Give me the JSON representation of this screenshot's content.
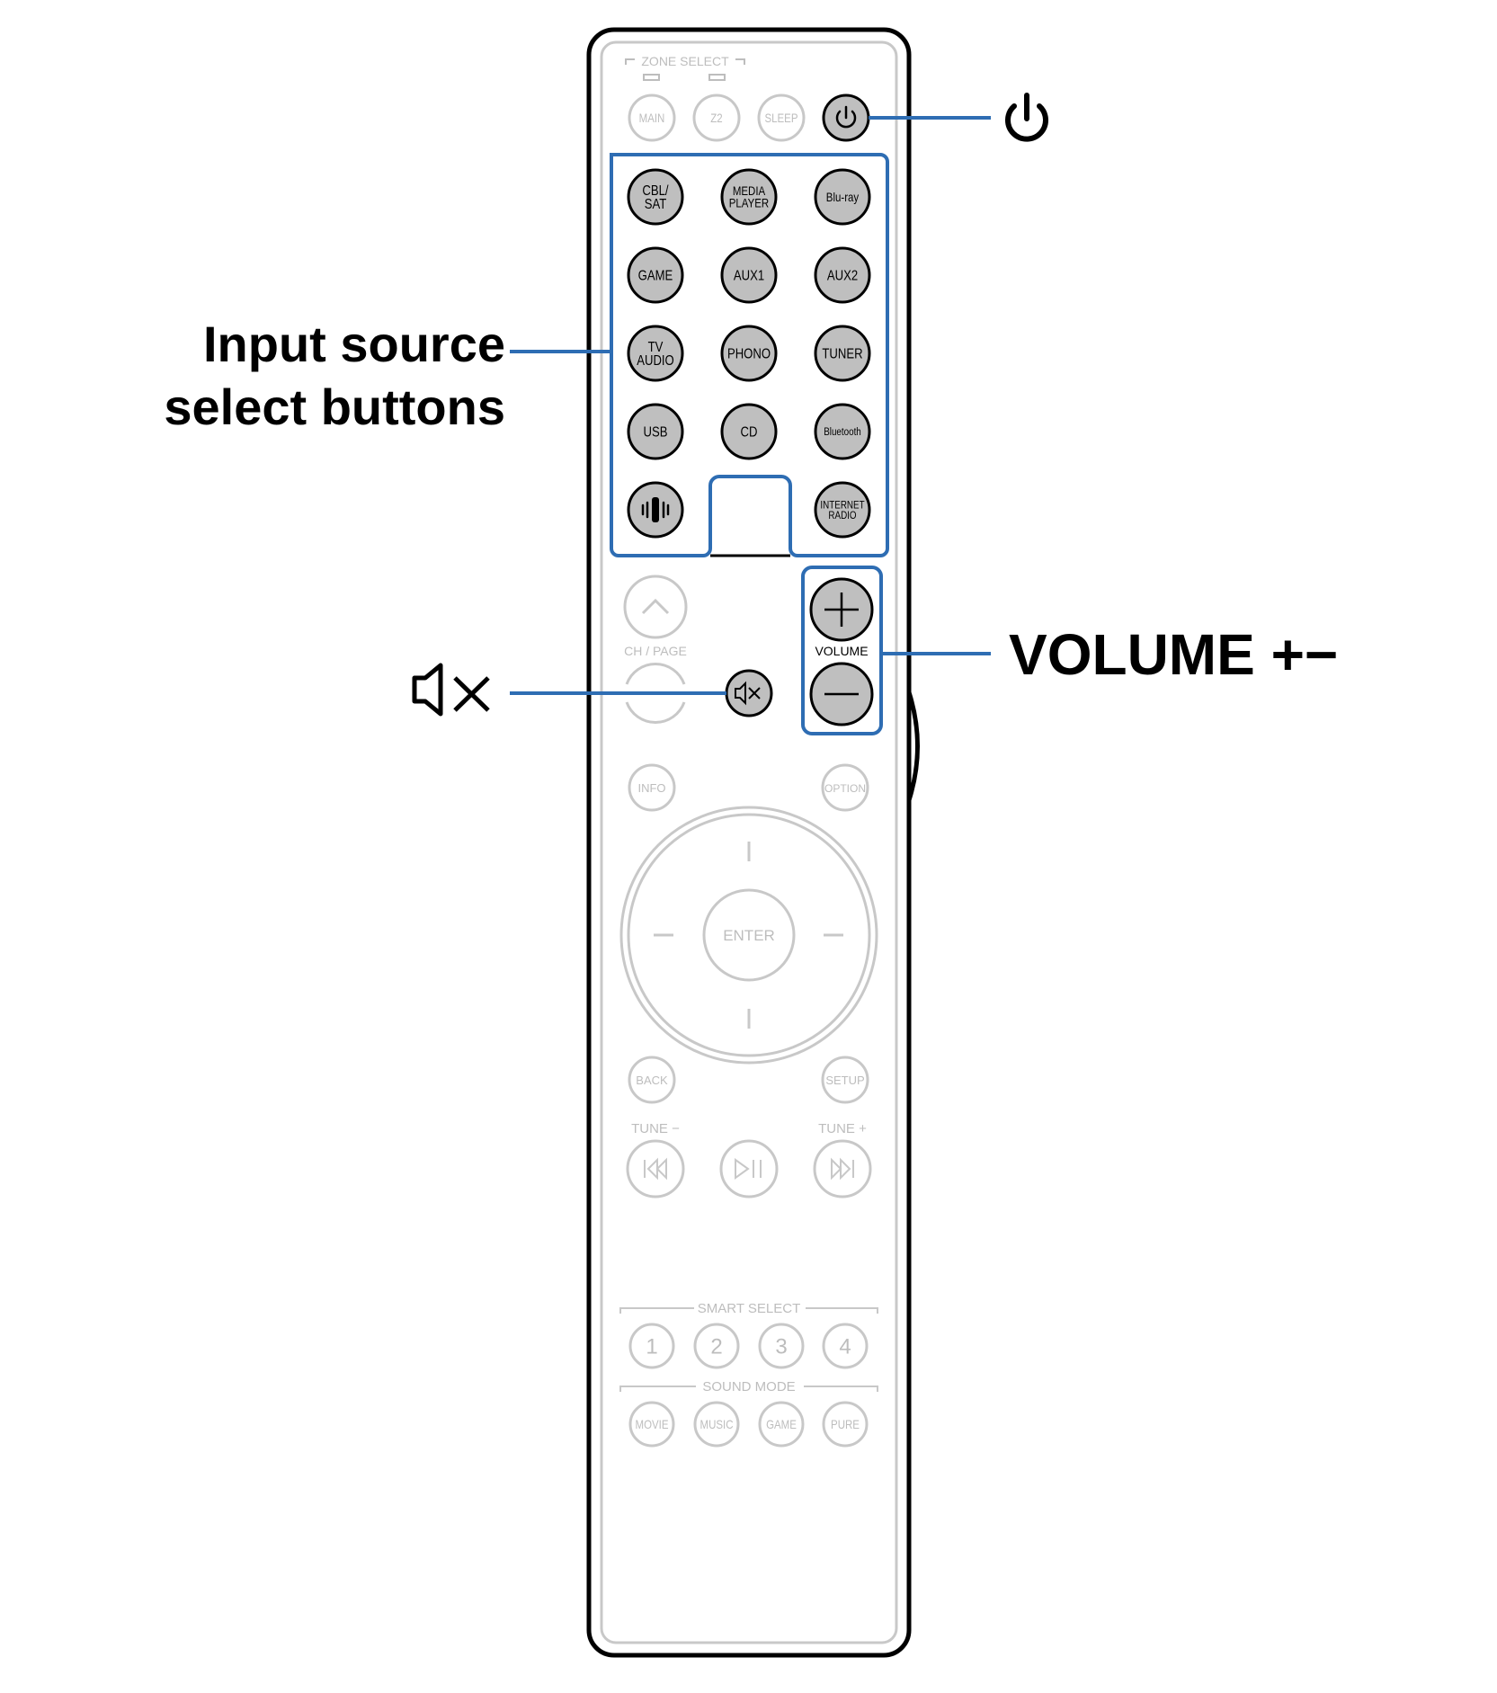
{
  "remote": {
    "zone_select_label": "ZONE SELECT",
    "top_buttons": [
      {
        "label": "MAIN",
        "name": "main-button"
      },
      {
        "label": "Z2",
        "name": "z2-button"
      },
      {
        "label": "SLEEP",
        "name": "sleep-button"
      }
    ],
    "input_buttons": [
      {
        "lines": [
          "CBL/",
          "SAT"
        ],
        "name": "cbl-sat-button"
      },
      {
        "lines": [
          "MEDIA",
          "PLAYER"
        ],
        "name": "media-player-button"
      },
      {
        "lines": [
          "Blu-ray"
        ],
        "name": "blu-ray-button"
      },
      {
        "lines": [
          "GAME"
        ],
        "name": "game-input-button"
      },
      {
        "lines": [
          "AUX1"
        ],
        "name": "aux1-button"
      },
      {
        "lines": [
          "AUX2"
        ],
        "name": "aux2-button"
      },
      {
        "lines": [
          "TV",
          "AUDIO"
        ],
        "name": "tv-audio-button"
      },
      {
        "lines": [
          "PHONO"
        ],
        "name": "phono-button"
      },
      {
        "lines": [
          "TUNER"
        ],
        "name": "tuner-button"
      },
      {
        "lines": [
          "USB"
        ],
        "name": "usb-button"
      },
      {
        "lines": [
          "CD"
        ],
        "name": "cd-button"
      },
      {
        "lines": [
          "Bluetooth"
        ],
        "name": "bluetooth-button"
      },
      {
        "lines": [],
        "name": "heos-button",
        "icon": "heos-icon"
      },
      {
        "lines": [
          "INTERNET",
          "RADIO"
        ],
        "name": "internet-radio-button"
      }
    ],
    "ch_page_label": "CH / PAGE",
    "volume_label": "VOLUME",
    "info_label": "INFO",
    "option_label": "OPTION",
    "enter_label": "ENTER",
    "back_label": "BACK",
    "setup_label": "SETUP",
    "tune_minus_label": "TUNE −",
    "tune_plus_label": "TUNE +",
    "smart_select_label": "SMART SELECT",
    "smart_select_buttons": [
      "1",
      "2",
      "3",
      "4"
    ],
    "sound_mode_label": "SOUND MODE",
    "sound_mode_buttons": [
      "MOVIE",
      "MUSIC",
      "GAME",
      "PURE"
    ]
  },
  "callouts": {
    "power": {
      "icon": "power-icon"
    },
    "input_source": {
      "line1": "Input source",
      "line2": "select buttons"
    },
    "volume": {
      "text": "VOLUME +−"
    },
    "mute": {
      "icon": "mute-icon"
    }
  },
  "colors": {
    "highlight": "#2e6db3",
    "active_button": "#bfbfbf",
    "inactive_stroke": "#c8c8c8",
    "inactive_text": "#bdbdbd"
  }
}
